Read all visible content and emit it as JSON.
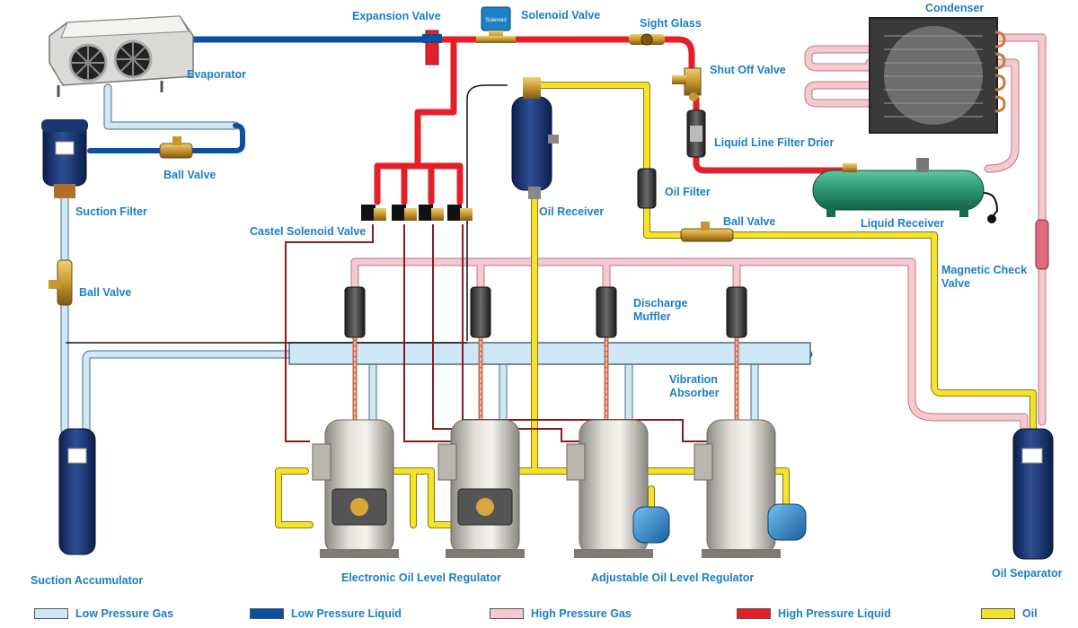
{
  "labels": {
    "expansion_valve": "Expansion Valve",
    "solenoid_valve": "Solenoid Valve",
    "sight_glass": "Sight Glass",
    "condenser": "Condenser",
    "evaporator": "Evaporator",
    "shut_off_valve": "Shut Off Valve",
    "ball_valve_top": "Ball Valve",
    "liquid_line_filter_drier": "Liquid Line Filter Drier",
    "suction_filter": "Suction Filter",
    "oil_filter": "Oil Filter",
    "castel_solenoid_valve": "Castel Solenoid Valve",
    "oil_receiver": "Oil Receiver",
    "ball_valve_oil": "Ball Valve",
    "liquid_receiver": "Liquid Receiver",
    "ball_valve_suction": "Ball Valve",
    "magnetic_check_valve": "Magnetic Check Valve",
    "discharge_muffler": "Discharge Muffler",
    "vibration_absorber": "Vibration Absorber",
    "suction_accumulator": "Suction Accumulator",
    "electronic_oil_level_regulator": "Electronic Oil Level Regulator",
    "adjustable_oil_level_regulator": "Adjustable Oil Level Regulator",
    "oil_separator": "Oil Separator",
    "solenoid_valve_badge": "Solenoid"
  },
  "legend": [
    {
      "label": "Low Pressure Gas",
      "color": "#cfe8f5"
    },
    {
      "label": "Low Pressure Liquid",
      "color": "#0b4fa3"
    },
    {
      "label": "High Pressure Gas",
      "color": "#f7c9cf"
    },
    {
      "label": "High Pressure Liquid",
      "color": "#e3202a"
    },
    {
      "label": "Oil",
      "color": "#f5e22a"
    }
  ],
  "colors": {
    "label_text": "#1a7fc4",
    "low_pressure_gas": "#cfe8f5",
    "low_pressure_liquid": "#0b4fa3",
    "high_pressure_gas": "#f7c9cf",
    "high_pressure_liquid": "#e3202a",
    "oil": "#f5e22a",
    "control_wire": "#8b1a1a"
  }
}
